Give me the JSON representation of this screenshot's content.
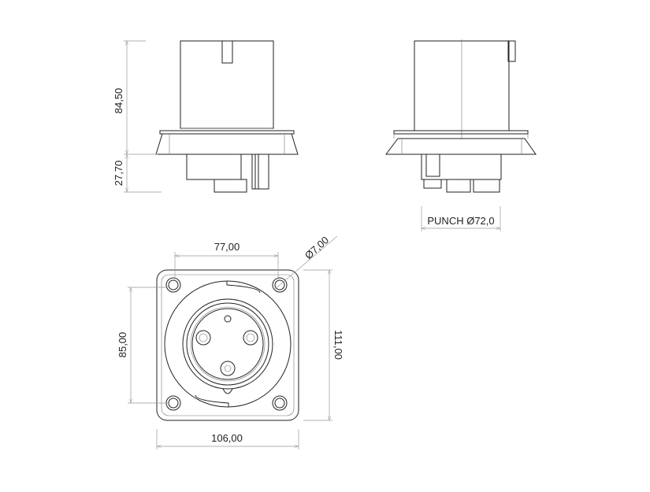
{
  "drawing": {
    "front_view": {
      "height_upper": "84,50",
      "height_lower": "27,70"
    },
    "side_view": {
      "punch_label": "PUNCH Ø72,0"
    },
    "bottom_view": {
      "hole_spacing_horizontal": "77,00",
      "hole_diameter": "Ø7,00",
      "hole_spacing_vertical": "85,00",
      "overall_width": "106,00",
      "overall_height": "111,00"
    }
  }
}
